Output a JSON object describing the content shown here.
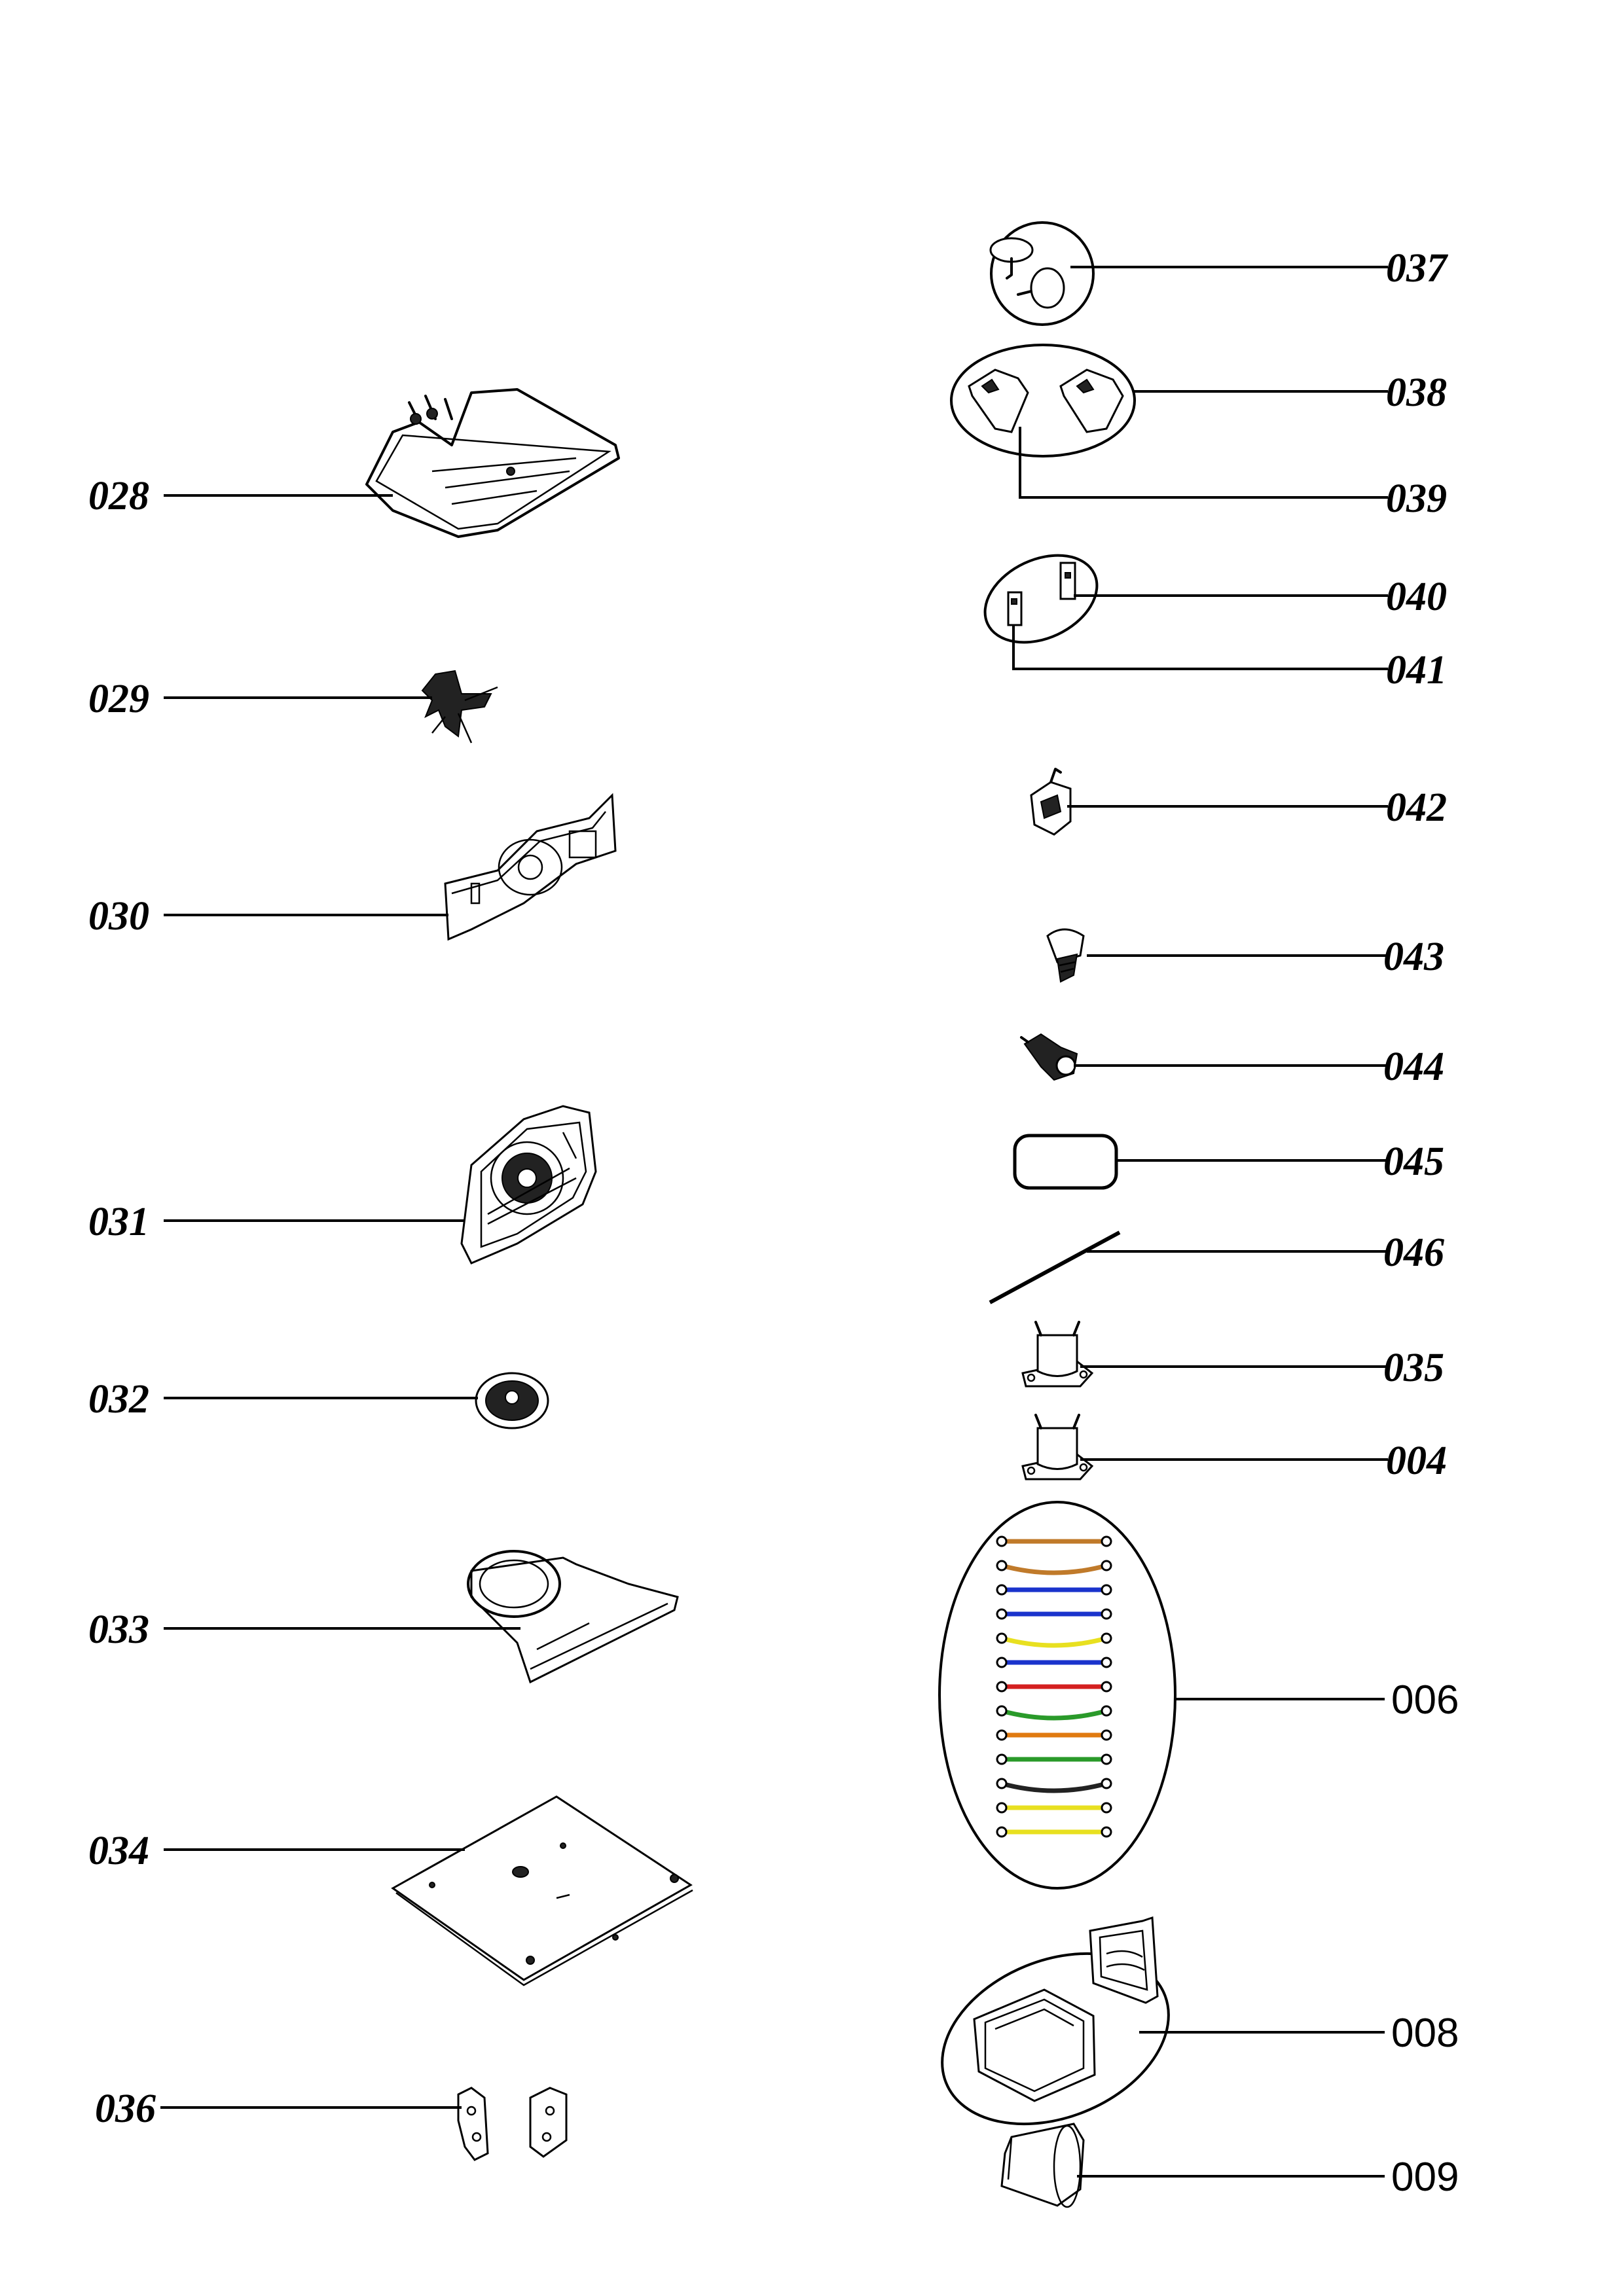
{
  "diagram": {
    "labels": [
      {
        "id": "028",
        "text": "028"
      },
      {
        "id": "029",
        "text": "029"
      },
      {
        "id": "030",
        "text": "030"
      },
      {
        "id": "031",
        "text": "031"
      },
      {
        "id": "032",
        "text": "032"
      },
      {
        "id": "033",
        "text": "033"
      },
      {
        "id": "034",
        "text": "034"
      },
      {
        "id": "036",
        "text": "036"
      },
      {
        "id": "037",
        "text": "037"
      },
      {
        "id": "038",
        "text": "038"
      },
      {
        "id": "039",
        "text": "039"
      },
      {
        "id": "040",
        "text": "040"
      },
      {
        "id": "041",
        "text": "041"
      },
      {
        "id": "042",
        "text": "042"
      },
      {
        "id": "043",
        "text": "043"
      },
      {
        "id": "044",
        "text": "044"
      },
      {
        "id": "045",
        "text": "045"
      },
      {
        "id": "046",
        "text": "046"
      },
      {
        "id": "035",
        "text": "035"
      },
      {
        "id": "004",
        "text": "004"
      },
      {
        "id": "006",
        "text": "006"
      },
      {
        "id": "008",
        "text": "008"
      },
      {
        "id": "009",
        "text": "009"
      }
    ],
    "wire_colors": [
      "#c07a2a",
      "#c07a2a",
      "#1a33cc",
      "#1a33cc",
      "#e8e020",
      "#1a33cc",
      "#d42020",
      "#2a9a2a",
      "#e07a10",
      "#2a9a2a",
      "#222222",
      "#e8e020",
      "#e8e020"
    ]
  }
}
